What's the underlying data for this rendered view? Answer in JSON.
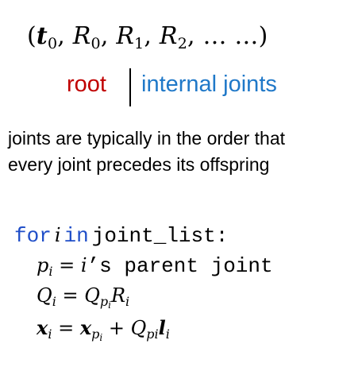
{
  "header": {
    "tuple": "(t0, R0, R1, R2, … …)",
    "root_label": "root",
    "internal_label": "internal joints"
  },
  "description": {
    "line1": "joints are typically in the order that",
    "line2": "every joint precedes its offspring"
  },
  "code": {
    "for_keyword": "for",
    "in_keyword": "in",
    "list_name": "joint_list:",
    "parent_text": "’s parent joint",
    "line_parent": "p_i = i’s parent joint",
    "line_rotation": "Q_i = Q_{p_i} R_i",
    "line_position": "x_i = x_{p_i} + Q_{pi} l_i"
  },
  "colors": {
    "root": "#c00000",
    "internal": "#1f78c8",
    "keyword": "#1f4ec8"
  }
}
